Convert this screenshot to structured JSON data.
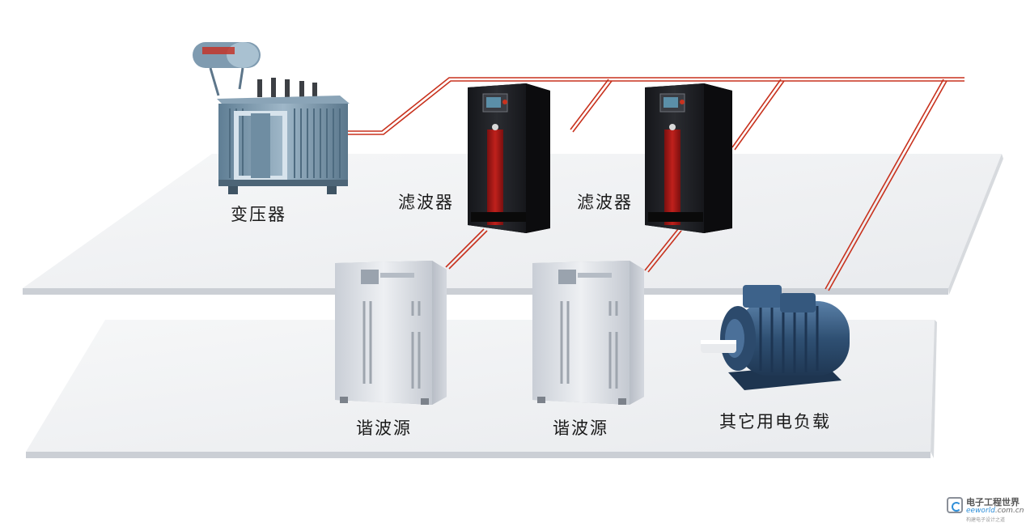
{
  "labels": {
    "transformer": "变压器",
    "filter_1": "滤波器",
    "filter_2": "滤波器",
    "harmonic_source_1": "谐波源",
    "harmonic_source_2": "谐波源",
    "other_load": "其它用电负载"
  },
  "watermark": {
    "title": "电子工程世界",
    "url_prefix": "eeworld",
    "url_domain": ".com.cn",
    "subtitle": "构建电子设计之道"
  },
  "colors": {
    "wire": "#c8321e",
    "floor": "#f1f2f4",
    "floor_edge": "#c9ccd2",
    "cabinet_dark": "#1b1c1f",
    "cabinet_red": "#a81a1a",
    "cabinet_silver": "#d9dde3",
    "transformer": "#7c98ad",
    "motor": "#3b5f85"
  },
  "icons": [
    "transformer-icon",
    "filter-cabinet-icon",
    "harmonic-source-cabinet-icon",
    "motor-icon"
  ]
}
